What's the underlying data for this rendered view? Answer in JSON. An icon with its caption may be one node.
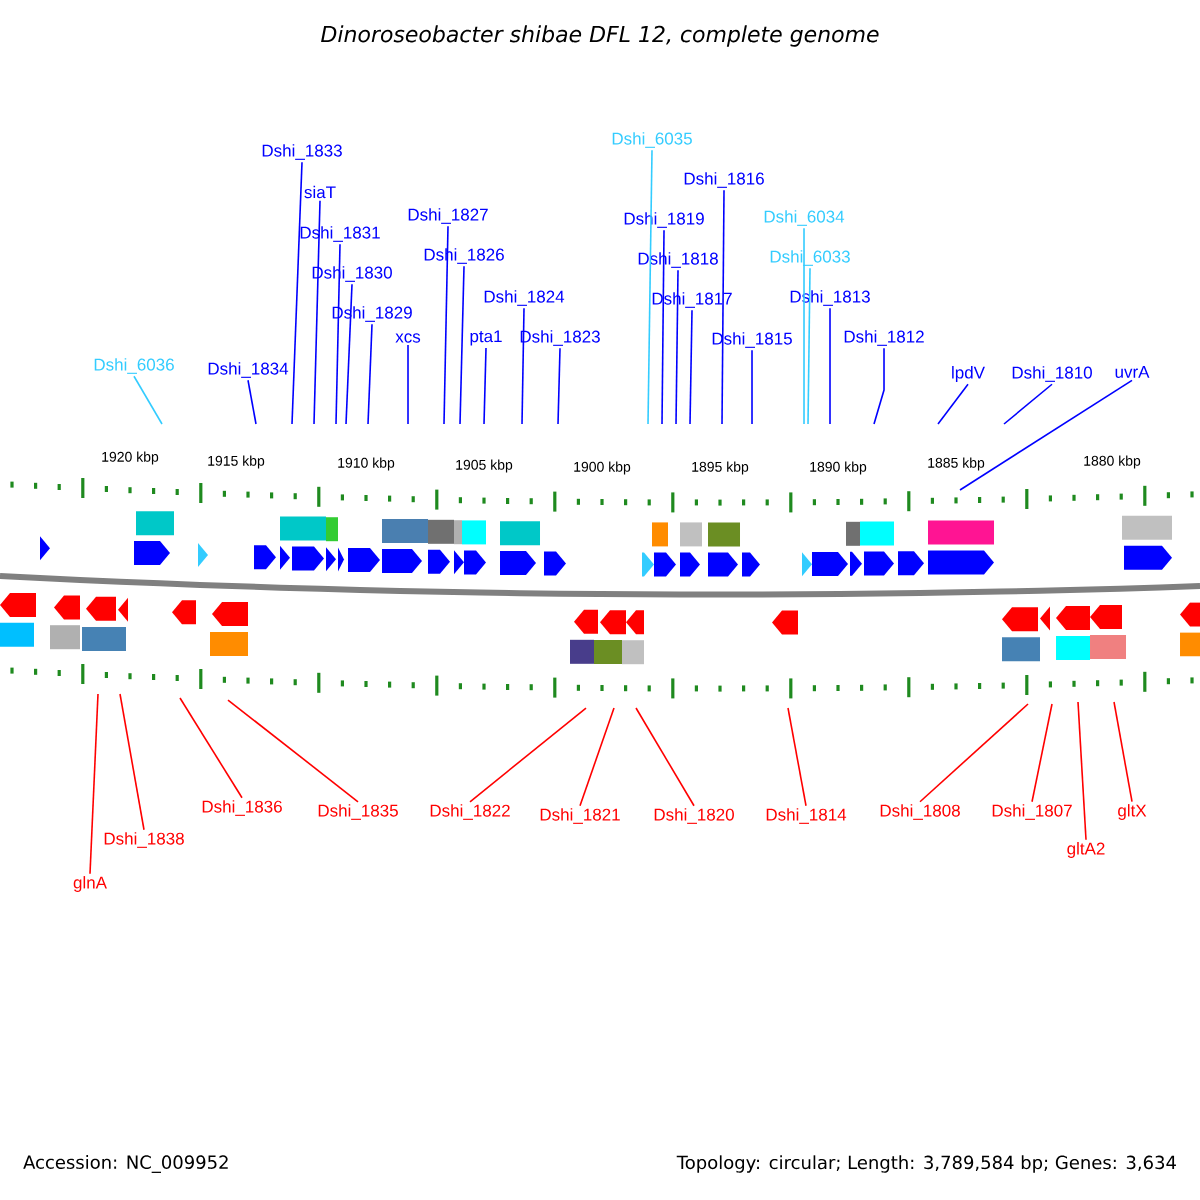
{
  "diagram": {
    "title": "Dinoroseobacter shibae DFL 12, complete genome",
    "nodes": [
      {
        "text": [
          "Dshi_6035"
        ]
      },
      {
        "text": [
          "Dshi_1833"
        ]
      },
      {
        "text": [
          "Dshi_1816"
        ]
      },
      {
        "text": [
          "siaT"
        ]
      },
      {
        "text": [
          "Dshi_1827"
        ]
      },
      {
        "text": [
          "Dshi_1819"
        ]
      },
      {
        "text": [
          "Dshi_6034"
        ]
      },
      {
        "text": [
          "Dshi_1831"
        ]
      },
      {
        "text": [
          "Dshi_1826"
        ]
      },
      {
        "text": [
          "Dshi_1818"
        ]
      },
      {
        "text": [
          "Dshi_6033"
        ]
      },
      {
        "text": [
          "Dshi_1830"
        ]
      },
      {
        "text": [
          "Dshi_1824"
        ]
      },
      {
        "text": [
          "Dshi_1817"
        ]
      },
      {
        "text": [
          "Dshi_1813"
        ]
      },
      {
        "text": [
          "Dshi_1829"
        ]
      },
      {
        "text": [
          "xcs"
        ]
      },
      {
        "text": [
          "pta1"
        ]
      },
      {
        "text": [
          "Dshi_1823"
        ]
      },
      {
        "text": [
          "Dshi_1815"
        ]
      },
      {
        "text": [
          "Dshi_1812"
        ]
      },
      {
        "text": [
          "Dshi_6036"
        ]
      },
      {
        "text": [
          "Dshi_1834"
        ]
      },
      {
        "text": [
          "lpdV"
        ]
      },
      {
        "text": [
          "Dshi_1810"
        ]
      },
      {
        "text": [
          "uvrA"
        ]
      },
      {
        "text": [
          "Dshi_1836"
        ]
      },
      {
        "text": [
          "Dshi_1835"
        ]
      },
      {
        "text": [
          "Dshi_1822"
        ]
      },
      {
        "text": [
          "Dshi_1821"
        ]
      },
      {
        "text": [
          "Dshi_1820"
        ]
      },
      {
        "text": [
          "Dshi_1814"
        ]
      },
      {
        "text": [
          "Dshi_1808"
        ]
      },
      {
        "text": [
          "Dshi_1807"
        ]
      },
      {
        "text": [
          "gltX"
        ]
      },
      {
        "text": [
          "Dshi_1838"
        ]
      },
      {
        "text": [
          "gltA2"
        ]
      },
      {
        "text": [
          "glnA"
        ]
      }
    ],
    "edges": [
      {
        "from": 0,
        "to": null,
        "arrow": "none",
        "color": "#33ccff"
      },
      {
        "from": 1,
        "to": null,
        "arrow": "none"
      },
      {
        "from": 2,
        "to": null,
        "arrow": "none"
      },
      {
        "from": 3,
        "to": null,
        "arrow": "none"
      },
      {
        "from": 4,
        "to": null,
        "arrow": "none"
      },
      {
        "from": 5,
        "to": null,
        "arrow": "none"
      },
      {
        "from": 6,
        "to": null,
        "arrow": "none",
        "color": "#33ccff"
      },
      {
        "from": 7,
        "to": null,
        "arrow": "none"
      },
      {
        "from": 8,
        "to": null,
        "arrow": "none"
      },
      {
        "from": 9,
        "to": null,
        "arrow": "none"
      },
      {
        "from": 10,
        "to": null,
        "arrow": "none",
        "color": "#33ccff"
      },
      {
        "from": 11,
        "to": null,
        "arrow": "none"
      },
      {
        "from": 12,
        "to": null,
        "arrow": "none"
      },
      {
        "from": 13,
        "to": null,
        "arrow": "none"
      },
      {
        "from": 14,
        "to": null,
        "arrow": "none"
      },
      {
        "from": 15,
        "to": null,
        "arrow": "none"
      },
      {
        "from": 16,
        "to": null,
        "arrow": "none"
      },
      {
        "from": 17,
        "to": null,
        "arrow": "none"
      },
      {
        "from": 18,
        "to": null,
        "arrow": "none"
      },
      {
        "from": 19,
        "to": null,
        "arrow": "none"
      },
      {
        "from": 20,
        "to": null,
        "arrow": "none"
      },
      {
        "from": 21,
        "to": null,
        "arrow": "none",
        "color": "#33ccff"
      },
      {
        "from": 22,
        "to": null,
        "arrow": "none"
      },
      {
        "from": 23,
        "to": null,
        "arrow": "none"
      },
      {
        "from": 24,
        "to": null,
        "arrow": "none"
      },
      {
        "from": 25,
        "to": null,
        "arrow": "none"
      },
      {
        "from": 26,
        "to": null,
        "arrow": "none",
        "color": "#ff0000"
      },
      {
        "from": 27,
        "to": null,
        "arrow": "none",
        "color": "#ff0000"
      },
      {
        "from": 28,
        "to": null,
        "arrow": "none",
        "color": "#ff0000"
      },
      {
        "from": 29,
        "to": null,
        "arrow": "none",
        "color": "#ff0000"
      },
      {
        "from": 30,
        "to": null,
        "arrow": "none",
        "color": "#ff0000"
      },
      {
        "from": 31,
        "to": null,
        "arrow": "none",
        "color": "#ff0000"
      },
      {
        "from": 32,
        "to": null,
        "arrow": "none",
        "color": "#ff0000"
      },
      {
        "from": 33,
        "to": null,
        "arrow": "none",
        "color": "#ff0000"
      },
      {
        "from": 34,
        "to": null,
        "arrow": "none",
        "color": "#ff0000"
      },
      {
        "from": 35,
        "to": null,
        "arrow": "none",
        "color": "#ff0000"
      },
      {
        "from": 36,
        "to": null,
        "arrow": "none",
        "color": "#ff0000"
      },
      {
        "from": 37,
        "to": null,
        "arrow": "none",
        "color": "#ff0000"
      }
    ],
    "labels": [
      "1920 kbp",
      "1915 kbp",
      "1910 kbp",
      "1905 kbp",
      "1900 kbp",
      "1895 kbp",
      "1890 kbp",
      "1885 kbp",
      "1880 kbp",
      "Accession: NC_009952",
      "Topology: circular; Length: 3,789,584 bp; Genes: 3,634"
    ]
  }
}
